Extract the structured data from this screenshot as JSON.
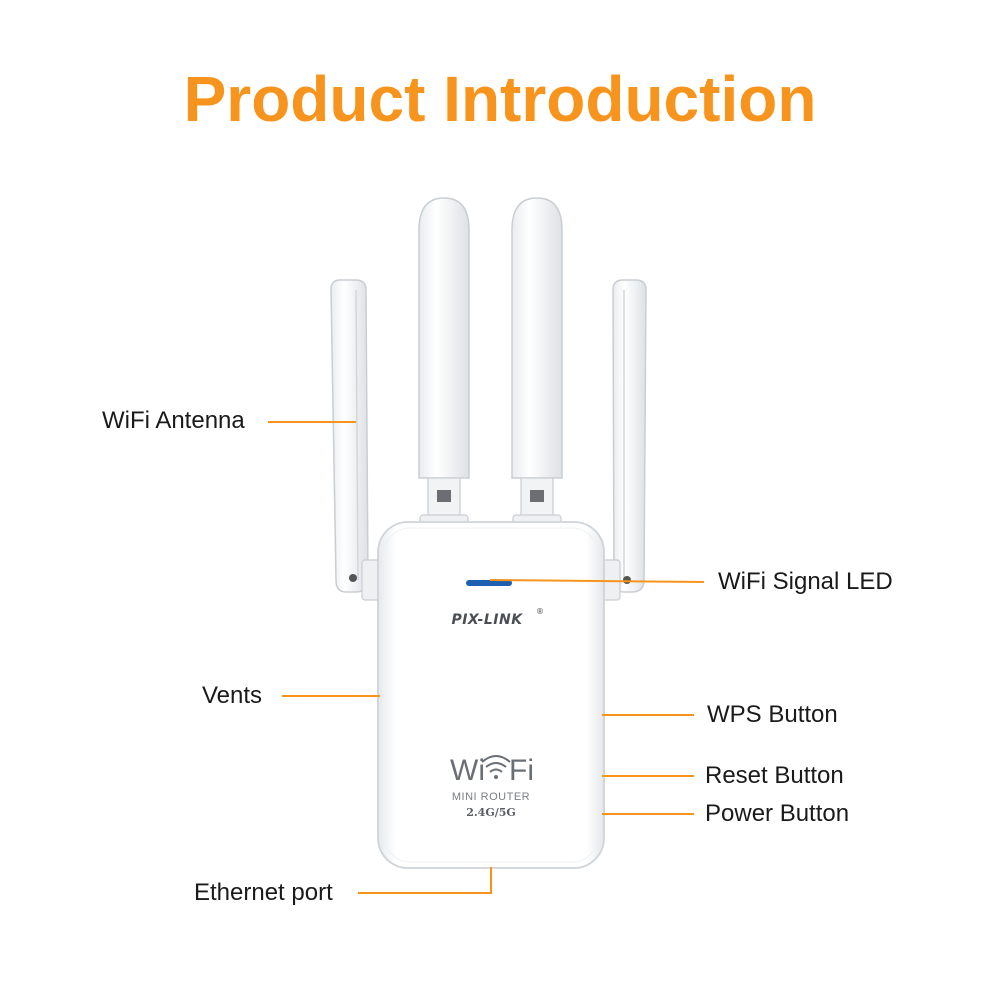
{
  "title": "Product Introduction",
  "brand": {
    "logo": "PIX-LINK",
    "registered_mark": "®",
    "wifi_logo": "WiFi",
    "subtitle": "MINI ROUTER",
    "bands": "2.4G/5G"
  },
  "labels": {
    "wifi_antenna": "WiFi Antenna",
    "wifi_signal_led": "WiFi Signal LED",
    "vents": "Vents",
    "wps_button": "WPS Button",
    "reset_button": "Reset Button",
    "power_button": "Power Button",
    "ethernet_port": "Ethernet port"
  },
  "colors": {
    "accent": "#f7941d",
    "led": "#1f5fb0",
    "device": "#ffffff",
    "device_shadow": "#d9dde2"
  }
}
